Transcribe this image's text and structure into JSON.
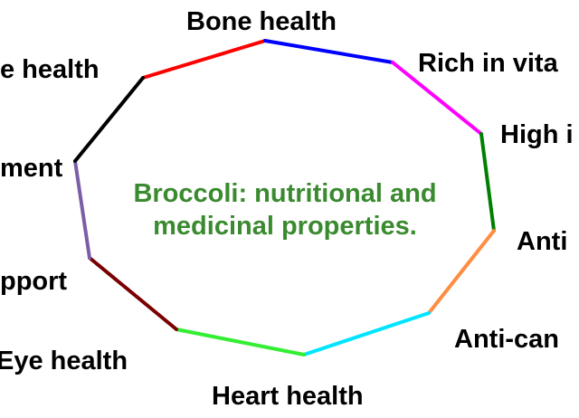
{
  "center": {
    "line1": "Broccoli: nutritional and",
    "line2": "medicinal properties.",
    "color": "#3a8a2f"
  },
  "labels": {
    "bone_health": "Bone health",
    "rich_in_vita": "Rich in vita",
    "high_i": "High i",
    "anti_1": "Anti",
    "anti_can": "Anti-can",
    "heart_health": "Heart health",
    "eye_health": "Eye health",
    "pport": "pport",
    "ment": "ment",
    "e_health": "e health"
  },
  "segments": [
    {
      "name": "segment-top-left",
      "color": "#ff0000"
    },
    {
      "name": "segment-top",
      "color": "#0000ff"
    },
    {
      "name": "segment-top-right",
      "color": "#ff00ff"
    },
    {
      "name": "segment-right-upper",
      "color": "#008000"
    },
    {
      "name": "segment-right-lower",
      "color": "#ff8c42"
    },
    {
      "name": "segment-bottom-right",
      "color": "#00e5ff"
    },
    {
      "name": "segment-bottom",
      "color": "#33ee33"
    },
    {
      "name": "segment-bottom-left",
      "color": "#7a0000"
    },
    {
      "name": "segment-left-lower",
      "color": "#7b5ea7"
    },
    {
      "name": "segment-left-upper",
      "color": "#000000"
    }
  ]
}
